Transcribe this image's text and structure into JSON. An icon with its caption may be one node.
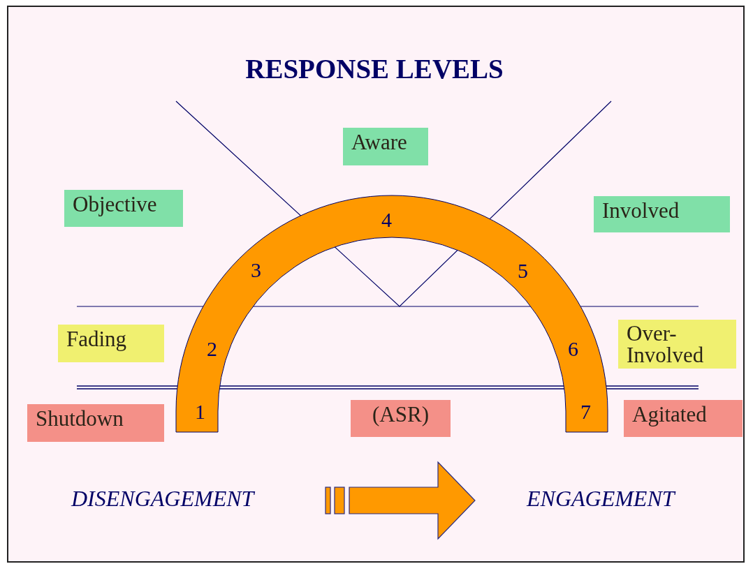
{
  "diagram": {
    "title": "RESPONSE LEVELS",
    "nodes": [
      {
        "text": [
          "Aware"
        ]
      },
      {
        "text": [
          "Objective"
        ]
      },
      {
        "text": [
          "Involved"
        ]
      },
      {
        "text": [
          "Fading"
        ]
      },
      {
        "text": [
          "Over- Involved"
        ]
      },
      {
        "text": [
          "Shutdown"
        ]
      },
      {
        "text": [
          "(ASR)"
        ]
      },
      {
        "text": [
          "Agitated"
        ]
      }
    ],
    "labels": [
      "4",
      "3",
      "5",
      "2",
      "6",
      "1",
      "7",
      "DISENGAGEMENT",
      "ENGAGEMENT"
    ]
  }
}
